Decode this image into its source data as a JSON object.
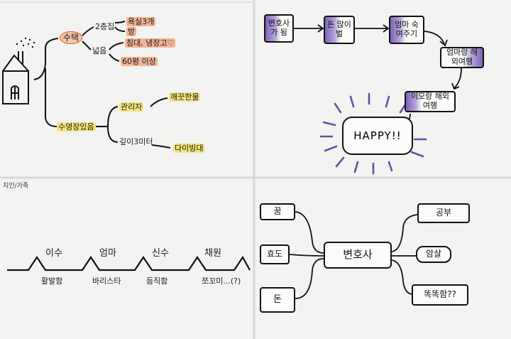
{
  "mindmap_house": {
    "root": "수택",
    "root_children": [
      "2층집",
      "넓음"
    ],
    "floor_children": [
      "욕실3개",
      "방"
    ],
    "wide_children": [
      "침대, 냉장고♡",
      "60평 이상"
    ],
    "pool": "수영장있음",
    "pool_children": [
      "관리자",
      "깊이3미터"
    ],
    "pool_leaves": [
      "깨끗한물",
      "다이빙대"
    ]
  },
  "flow": {
    "boxes": [
      "변호사가 됨",
      "돈 많이 벌",
      "엄마 숙여주기",
      "엄마랑 해외여행",
      "이모랑 해외여행"
    ],
    "happy": "HAPPY!!"
  },
  "timeline": {
    "label": "지인/가족",
    "names": [
      "이수",
      "엄마",
      "신수",
      "채원"
    ],
    "traits": [
      "활발함",
      "바리스타",
      "듬직함",
      "쪼꼬미...(?)"
    ]
  },
  "career": {
    "center": "변호사",
    "left": [
      "꿈",
      "효도",
      "돈"
    ],
    "right": [
      "공부",
      "암살",
      "똑똑함??"
    ]
  },
  "colors": {
    "ink": "#111111",
    "purple": "#7e62b8",
    "orange": "#e0592d",
    "yellow": "#f2e67f"
  }
}
